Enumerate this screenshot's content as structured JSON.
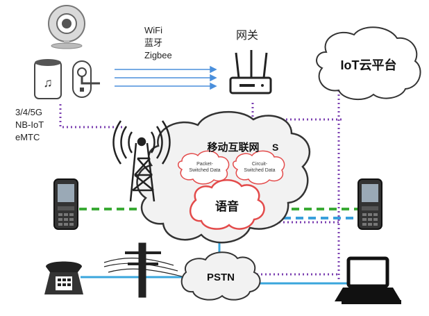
{
  "labels": {
    "wireless_protocols": [
      "WiFi",
      "蓝牙",
      "Zigbee"
    ],
    "gateway": "网关",
    "cellular_protocols": [
      "3/4/5G",
      "NB-IoT",
      "eMTC"
    ],
    "iot_platform": "IoT云平台",
    "mobile_internet": "移动互联网",
    "packet_data": [
      "Packet-",
      "Switched Data"
    ],
    "circuit_data": [
      "Circuit-",
      "Switched Data"
    ],
    "voice": "语音",
    "pstn": "PSTN",
    "cloud_partial_letter": "S"
  },
  "colors": {
    "cloud_fill": "#f2f2f2",
    "cloud_stroke": "#333333",
    "red_cloud": "#e34b4b",
    "arrow_blue": "#4a8fdc",
    "dotted_purple": "#7b3fb0",
    "green_dash": "#3aaa35",
    "blue_dash": "#3aa0dc",
    "line_blue": "#3aa6dc",
    "device_dark": "#222222"
  },
  "icons": [
    "webcam-icon",
    "smart-speaker-icon",
    "door-lock-icon",
    "router-icon",
    "cell-tower-icon",
    "mobile-phone-icon",
    "telephone-icon",
    "power-pole-icon",
    "laptop-icon"
  ]
}
